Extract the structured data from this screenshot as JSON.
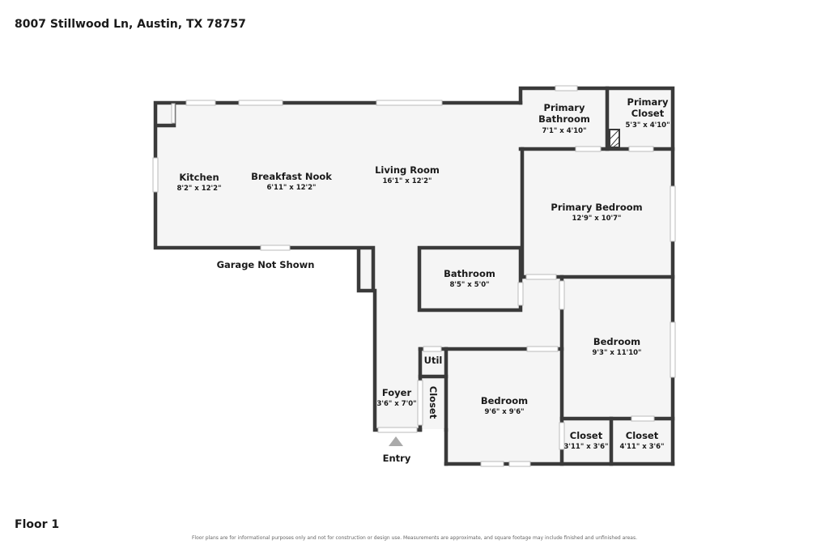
{
  "header": {
    "address": "8007 Stillwood Ln, Austin, TX 78757"
  },
  "footer": {
    "floor": "Floor 1",
    "disclaimer": "Floor plans are for informational purposes only and not for construction or design use. Measurements are approximate, and square footage may include finished and unfinished areas."
  },
  "rooms": {
    "kitchen": {
      "name": "Kitchen",
      "dims": "8'2\" x 12'2\""
    },
    "breakfast_nook": {
      "name": "Breakfast Nook",
      "dims": "6'11\" x 12'2\""
    },
    "living_room": {
      "name": "Living Room",
      "dims": "16'1\" x 12'2\""
    },
    "primary_bathroom": {
      "name_line1": "Primary",
      "name_line2": "Bathroom",
      "dims": "7'1\" x 4'10\""
    },
    "primary_closet": {
      "name_line1": "Primary",
      "name_line2": "Closet",
      "dims": "5'3\" x 4'10\""
    },
    "primary_bedroom": {
      "name": "Primary Bedroom",
      "dims": "12'9\" x 10'7\""
    },
    "bathroom": {
      "name": "Bathroom",
      "dims": "8'5\" x 5'0\""
    },
    "bedroom_east": {
      "name": "Bedroom",
      "dims": "9'3\" x 11'10\""
    },
    "util": {
      "name": "Util"
    },
    "hall_closet": {
      "name": "Closet"
    },
    "foyer": {
      "name": "Foyer",
      "dims": "3'6\" x 7'0\""
    },
    "bedroom_south": {
      "name": "Bedroom",
      "dims": "9'6\" x 9'6\""
    },
    "closet_a": {
      "name": "Closet",
      "dims": "3'11\" x 3'6\""
    },
    "closet_b": {
      "name": "Closet",
      "dims": "4'11\" x 3'6\""
    }
  },
  "notes": {
    "garage": "Garage Not Shown",
    "entry": "Entry"
  },
  "colors": {
    "wall": "#3a3a3a",
    "floor": "#f5f5f5",
    "window": "#ffffff",
    "entry_arrow": "#aaaaaa"
  }
}
